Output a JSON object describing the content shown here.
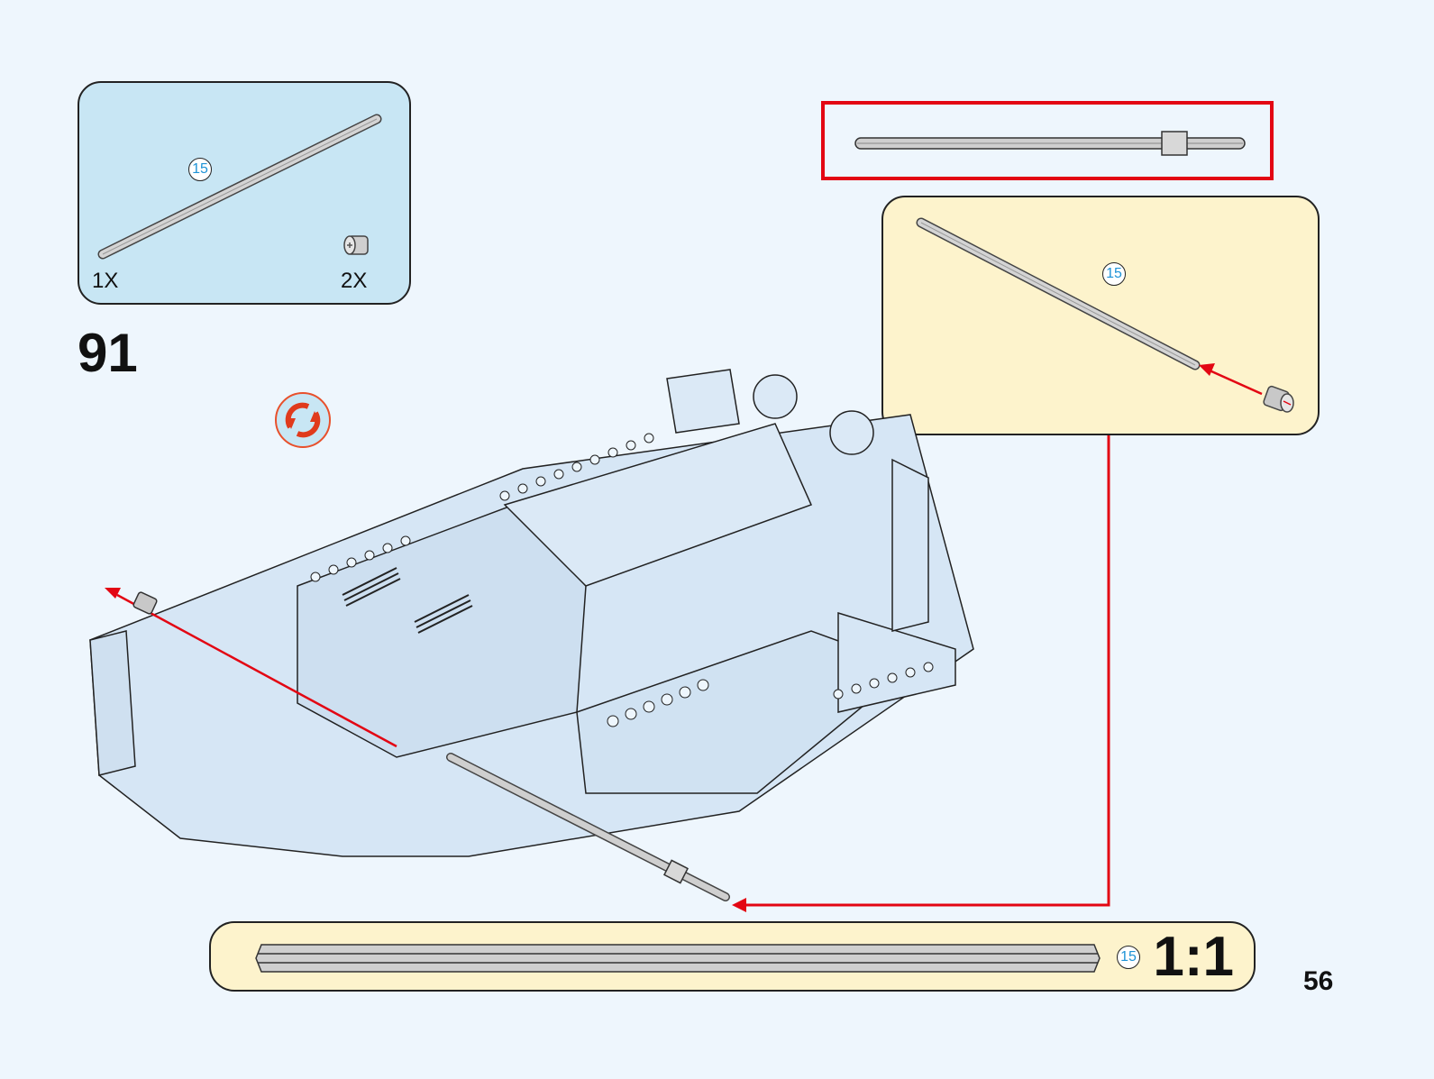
{
  "step": {
    "number": "91",
    "rotate_icon": "rotate-model-icon"
  },
  "parts_list": {
    "items": [
      {
        "name": "axle",
        "length_badge": "15",
        "quantity": "1X"
      },
      {
        "name": "bushing",
        "quantity": "2X"
      }
    ]
  },
  "sub_assembly": {
    "axle_length_badge": "15",
    "callout_result": "axle-with-bushing"
  },
  "scale_guide": {
    "axle_length_badge": "15",
    "scale_label": "1:1"
  },
  "page": {
    "number": "56"
  },
  "colors": {
    "background": "#eef6fd",
    "parts_box": "#c8e6f4",
    "sub_box": "#fdf3cc",
    "arrow_red": "#e30613",
    "badge_text": "#1e93d6",
    "model_fill": "#d6e6f5"
  }
}
